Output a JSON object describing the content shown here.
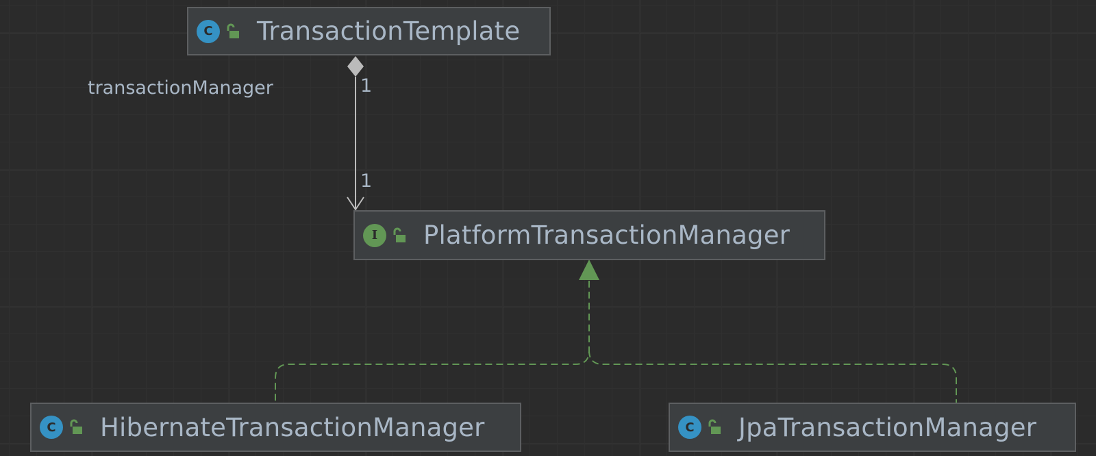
{
  "diagram": {
    "nodes": {
      "transaction_template": {
        "kind": "C",
        "name": "TransactionTemplate"
      },
      "platform_transaction_manager": {
        "kind": "I",
        "name": "PlatformTransactionManager"
      },
      "hibernate_transaction_manager": {
        "kind": "C",
        "name": "HibernateTransactionManager"
      },
      "jpa_transaction_manager": {
        "kind": "C",
        "name": "JpaTransactionManager"
      }
    },
    "association": {
      "role": "transactionManager",
      "source_multiplicity": "1",
      "target_multiplicity": "1"
    },
    "colors": {
      "class_badge": "#3592c4",
      "interface_badge": "#629755",
      "realization_edge": "#629755",
      "association_edge": "#bbbbbb"
    }
  }
}
